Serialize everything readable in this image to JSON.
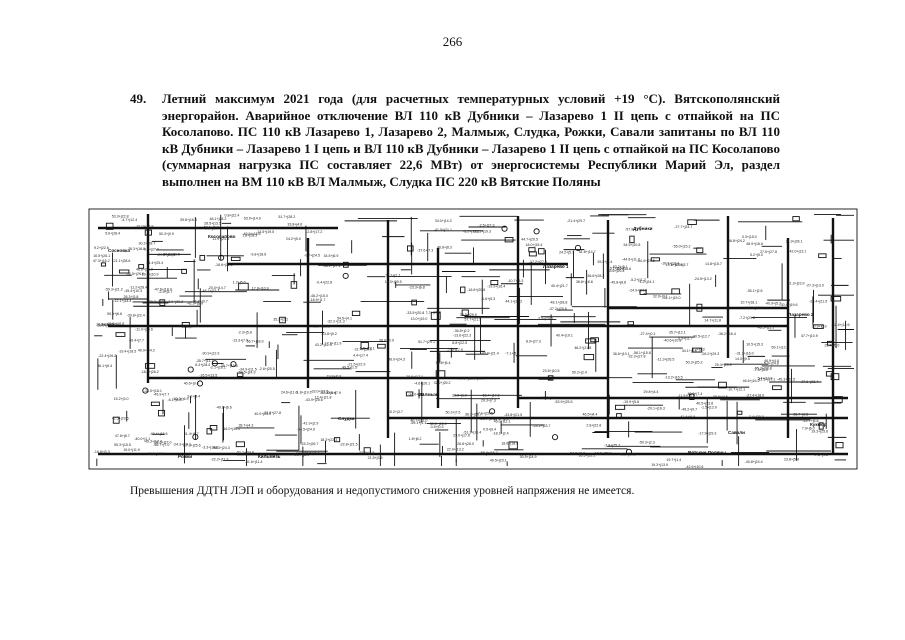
{
  "page": {
    "number": "266"
  },
  "item": {
    "number": "49.",
    "text": "Летний максимум 2021 года (для расчетных температурных условий +19 °С). Вятскополянский энергорайон. Аварийное отключение ВЛ 110 кВ Дубники – Лазарево 1 II цепь с отпайкой на ПС Косолапово. ПС 110 кВ Лазарево 1, Лазарево 2, Малмыж, Слудка, Рожки, Савали запитаны по ВЛ 110 кВ Дубники – Лазарево 1 I цепь и ВЛ 110 кВ Дубники – Лазарево 1 II цепь с отпайкой на ПС Косолапово (суммарная нагрузка ПС составляет 22,6 МВт) от энергосистемы Республики Марий Эл, раздел выполнен на ВМ 110 кВ ВЛ Малмыж, Слудка ПС 220 кВ Вятские Поляны"
  },
  "diagram": {
    "labels": [
      "Вятские Поляны",
      "Малмыж",
      "Лазарево 1",
      "Рожки",
      "Кильмезь",
      "Савали",
      "Слудка",
      "Косолапово",
      "Сосновка",
      "Лазарево 2",
      "Дубники",
      "Кукмор"
    ]
  },
  "footer": {
    "note": "Превышения ДДТН ЛЭП и оборудования и недопустимого снижения уровней напряжения не имеется."
  },
  "colors": {
    "ink": "#111111",
    "paper": "#ffffff"
  }
}
